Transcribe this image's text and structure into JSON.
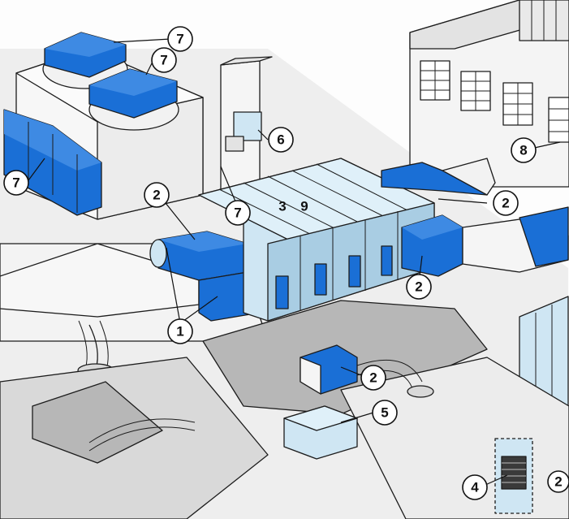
{
  "colors": {
    "blue": "#1a6fd6",
    "blue_dark": "#0b4fa8",
    "light_blue": "#cfe6f3",
    "light_blue_dark": "#a9cde3",
    "gray_surface": "#d9d9d9",
    "gray_dark": "#b7b7b7",
    "white": "#ffffff",
    "outline": "#1c1c1c"
  },
  "callouts": [
    {
      "id": "c7a",
      "label": "7"
    },
    {
      "id": "c7b",
      "label": "7"
    },
    {
      "id": "c7c",
      "label": "7"
    },
    {
      "id": "c7d",
      "label": "7"
    },
    {
      "id": "c6",
      "label": "6"
    },
    {
      "id": "c8",
      "label": "8"
    },
    {
      "id": "c2a",
      "label": "2"
    },
    {
      "id": "c3",
      "label": "3"
    },
    {
      "id": "c9",
      "label": "9"
    },
    {
      "id": "c2b",
      "label": "2"
    },
    {
      "id": "c2c",
      "label": "2"
    },
    {
      "id": "c1",
      "label": "1"
    },
    {
      "id": "c2d",
      "label": "2"
    },
    {
      "id": "c5",
      "label": "5"
    },
    {
      "id": "c4",
      "label": "4"
    },
    {
      "id": "c2e",
      "label": "2"
    }
  ]
}
